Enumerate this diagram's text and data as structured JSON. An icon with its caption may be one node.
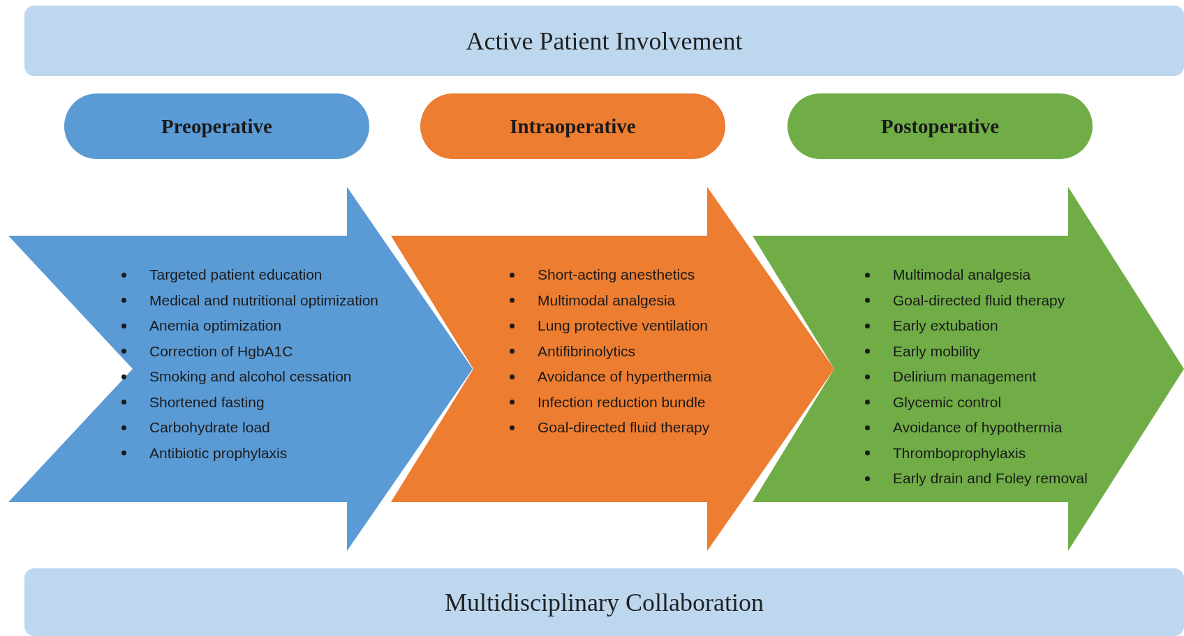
{
  "diagram": {
    "nodes": [
      {
        "text": [
          "Active Patient Involvement"
        ]
      },
      {
        "text": [
          "Preoperative"
        ]
      },
      {
        "text": [
          "Intraoperative"
        ]
      },
      {
        "text": [
          "Postoperative"
        ]
      },
      {
        "text": [
          "Targeted patient education",
          "Medical and nutritional optimization",
          "Anemia optimization",
          "Correction of HgbA1C",
          "Smoking and alcohol cessation",
          "Shortened fasting",
          "Carbohydrate load",
          "Antibiotic prophylaxis"
        ]
      },
      {
        "text": [
          "Short-acting anesthetics",
          "Multimodal analgesia",
          "Lung protective ventilation",
          "Antifibrinolytics",
          "Avoidance of hyperthermia",
          "Infection reduction bundle",
          "Goal-directed fluid therapy"
        ]
      },
      {
        "text": [
          "Multimodal analgesia",
          "Goal-directed fluid therapy",
          "Early extubation",
          "Early mobility",
          "Delirium management",
          "Glycemic control",
          "Avoidance of hypothermia",
          "Thromboprophylaxis",
          "Early drain and Foley removal"
        ]
      },
      {
        "text": [
          "Multidisciplinary Collaboration"
        ]
      }
    ],
    "edges": []
  }
}
